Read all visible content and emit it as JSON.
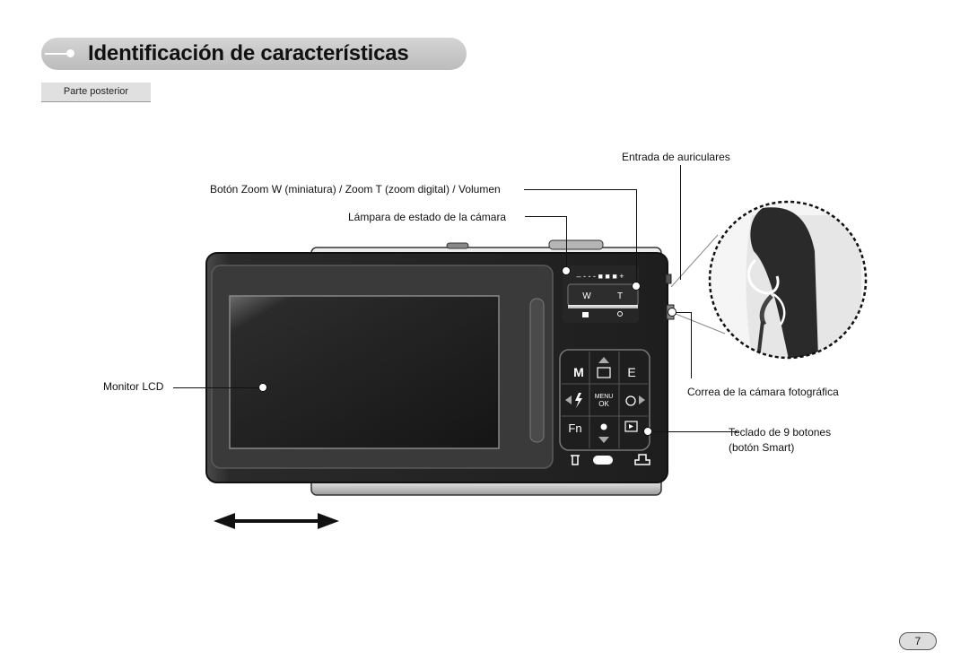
{
  "header": {
    "title": "Identificación de características"
  },
  "section": {
    "label": "Parte posterior"
  },
  "callouts": {
    "headphone_input": "Entrada de auriculares",
    "zoom_button": "Botón Zoom W (miniatura) / Zoom T (zoom digital) / Volumen",
    "status_lamp": "Lámpara de estado de la cámara",
    "lcd_monitor": "Monitor LCD",
    "strap": "Correa de la cámara fotográfica",
    "keypad_line1": "Teclado de 9 botones",
    "keypad_line2": "(botón Smart)"
  },
  "camera_labels": {
    "zoom_w": "W",
    "zoom_t": "T",
    "volume_scale": "– - - - ■ ■ ■ +",
    "key_m": "M",
    "key_e": "E",
    "key_fn": "Fn",
    "key_menu": "MENU",
    "key_ok": "OK"
  },
  "footer": {
    "page_number": "7"
  }
}
